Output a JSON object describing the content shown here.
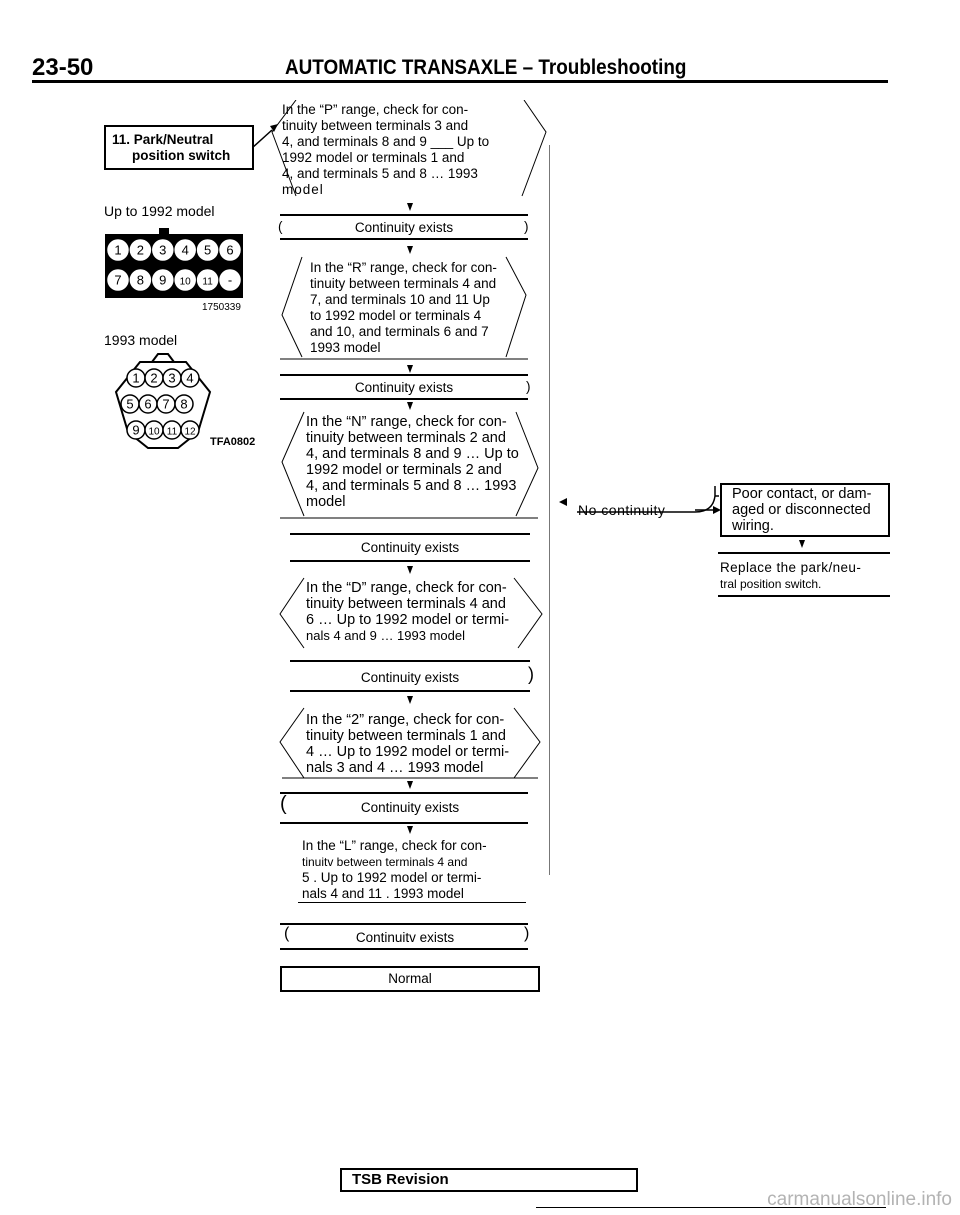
{
  "header": {
    "page_number": "23-50",
    "title": "AUTOMATIC TRANSAXLE – Troubleshooting"
  },
  "start_box": {
    "line1": "11.  Park/Neutral",
    "line2": "position  switch"
  },
  "connectors": {
    "label_up_to_1992": "Up to 1992 model",
    "figure_code_1": "1750339",
    "label_1993": "1993 model",
    "figure_code_2": "TFA0802",
    "terminals_up_to_1992": [
      "1",
      "2",
      "3",
      "4",
      "5",
      "6",
      "7",
      "8",
      "9",
      "10",
      "11",
      "-"
    ],
    "terminals_1993": [
      "1",
      "2",
      "3",
      "4",
      "5",
      "6",
      "7",
      "8",
      "9",
      "10",
      "11",
      "12"
    ]
  },
  "flow": {
    "check_p": [
      "In the “P” range, check for con-",
      "tinuity  between  terminals  3  and",
      "4,  and  terminals 8 and 9 ___ Up to",
      "1992 model or terminals 1 and",
      "4,  and terminals 5 and 8 … 1993",
      "model"
    ],
    "result_1": "Continuity  exists",
    "check_r": [
      "In the “R” range, check for con-",
      "tinuity  between  terminals  4  and",
      "7,  and  terminals  10  and  11  Up",
      "to  1992  model  or  terminals  4",
      "and  10,  and  terminals  6  and  7",
      "1993  model"
    ],
    "result_2": "Continuity  exists",
    "check_n": [
      "In the “N” range, check for con-",
      "tinuity between terminals 2 and",
      "4, and terminals 8 and 9 … Up to",
      "1992 model or terminals 2 and",
      "4, and terminals 5 and 8 … 1993",
      "model"
    ],
    "result_3": "Continuity  exists",
    "check_d": [
      "In the “D” range, check for con-",
      "tinuity  between terminals 4 and",
      "6 … Up to 1992 model or termi-",
      "nals 4 and 9 … 1993 model"
    ],
    "result_4": "Continuity  exists",
    "check_2": [
      "In the “2” range, check for con-",
      "tinuity  between terminals 1 and",
      "4 … Up to 1992 model or termi-",
      "nals 3 and 4 … 1993 model"
    ],
    "result_5": "Continuity  exists",
    "check_l": [
      "In the “L” range, check for con-",
      "tinuitv  between  terminals  4  and",
      "5 . Up  to  1992  model  or  termi-",
      "nals  4  and  11 .  1993  model"
    ],
    "result_6": "Continuitv  exists",
    "final": "Normal"
  },
  "branch": {
    "no_continuity": "No  continuity",
    "fault_box": [
      "Poor contact, or dam-",
      "aged or disconnected",
      "wiring."
    ],
    "remedy": [
      "Replace  the  park/neu-",
      "tral position  switch."
    ]
  },
  "footer": {
    "tsb": "TSB  Revision"
  },
  "watermark": "carmanualsonline.info"
}
